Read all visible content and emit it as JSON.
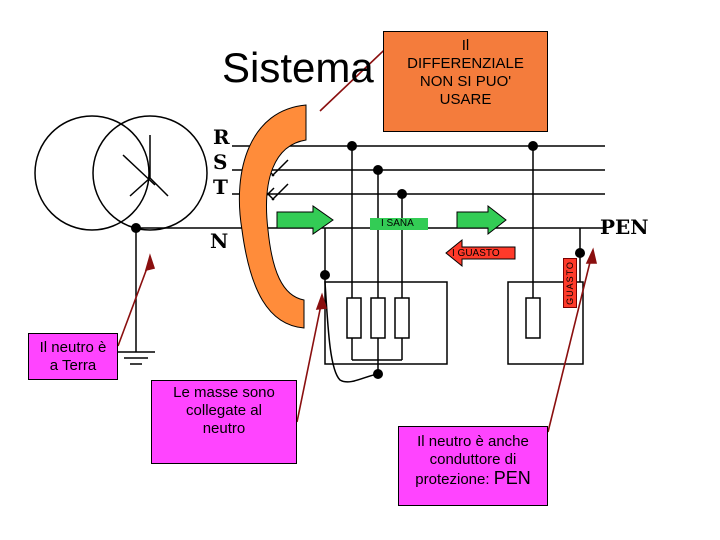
{
  "title": "Sistema",
  "warning_box": {
    "lines": [
      "Il",
      "DIFFERENZIALE",
      "NON SI PUO'",
      "USARE"
    ]
  },
  "phase_labels": {
    "r": "R",
    "s": "S",
    "t": "T",
    "n": "N"
  },
  "pen_label": "PEN",
  "arrows": {
    "i_sana": "I SANA",
    "i_guasto": "I GUASTO",
    "guasto": "GUASTO"
  },
  "note_earth": {
    "lines": [
      "Il neutro è",
      "a Terra"
    ]
  },
  "note_masses": {
    "lines": [
      "Le masse sono",
      "collegate al",
      "neutro"
    ]
  },
  "note_pen": {
    "lines": [
      "Il neutro è anche",
      "conduttore di"
    ],
    "prefix": "protezione: ",
    "pen": "PEN"
  },
  "colors": {
    "warning": "#f47c3c",
    "note": "#ff44ff",
    "arrow_green": "#33cc55",
    "arrow_red": "#ff3a2a",
    "clamp_orange": "#ff8c3a"
  }
}
